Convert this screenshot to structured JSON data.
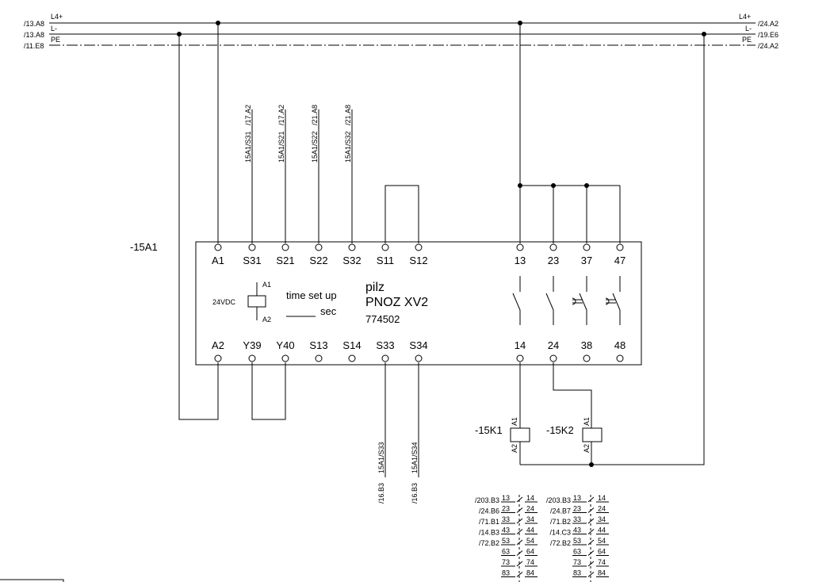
{
  "rails": {
    "left": [
      {
        "ref": "/13.A8",
        "name": "L4+"
      },
      {
        "ref": "/13.A8",
        "name": "L-"
      },
      {
        "ref": "/11.E8",
        "name": "PE"
      }
    ],
    "right": [
      {
        "ref": "/24.A2",
        "name": "L4+"
      },
      {
        "ref": "/19.E6",
        "name": "L-"
      },
      {
        "ref": "/24.A2",
        "name": "PE"
      }
    ]
  },
  "device": {
    "tag": "-15A1",
    "brand": "pilz",
    "model": "PNOZ XV2",
    "part_no": "774502",
    "coil_voltage": "24VDC",
    "coil_a1": "A1",
    "coil_a2": "A2",
    "time_label": "time set up",
    "sec_label": "sec",
    "top_terminals": [
      "A1",
      "S31",
      "S21",
      "S22",
      "S32",
      "S11",
      "S12",
      "13",
      "23",
      "37",
      "47"
    ],
    "bottom_terminals": [
      "A2",
      "Y39",
      "Y40",
      "S13",
      "S14",
      "S33",
      "S34",
      "14",
      "24",
      "38",
      "48"
    ]
  },
  "top_refs": [
    {
      "name": "15A1/S31",
      "ref": "/17.A2"
    },
    {
      "name": "15A1/S21",
      "ref": "/17.A2"
    },
    {
      "name": "15A1/S22",
      "ref": "/21.A8"
    },
    {
      "name": "15A1/S32",
      "ref": "/21.A8"
    }
  ],
  "bottom_refs": [
    {
      "name": "15A1/S33",
      "ref": "/16.B3"
    },
    {
      "name": "15A1/S34",
      "ref": "/16.B3"
    }
  ],
  "relays": [
    {
      "tag": "-15K1",
      "a1": "A1",
      "a2": "A2",
      "contacts": [
        {
          "ref": "/203.B3",
          "a": "13",
          "b": "14"
        },
        {
          "ref": "/24.B6",
          "a": "23",
          "b": "24"
        },
        {
          "ref": "/71.B1",
          "a": "33",
          "b": "34"
        },
        {
          "ref": "/14.B3",
          "a": "43",
          "b": "44"
        },
        {
          "ref": "/72.B2",
          "a": "53",
          "b": "54"
        },
        {
          "ref": "",
          "a": "63",
          "b": "64"
        },
        {
          "ref": "",
          "a": "73",
          "b": "74"
        },
        {
          "ref": "",
          "a": "83",
          "b": "84"
        }
      ]
    },
    {
      "tag": "-15K2",
      "a1": "A1",
      "a2": "A2",
      "contacts": [
        {
          "ref": "/203.B3",
          "a": "13",
          "b": "14"
        },
        {
          "ref": "/24.B7",
          "a": "23",
          "b": "24"
        },
        {
          "ref": "/71.B2",
          "a": "33",
          "b": "34"
        },
        {
          "ref": "/14.C3",
          "a": "43",
          "b": "44"
        },
        {
          "ref": "/72.B2",
          "a": "53",
          "b": "54"
        },
        {
          "ref": "",
          "a": "63",
          "b": "64"
        },
        {
          "ref": "",
          "a": "73",
          "b": "74"
        },
        {
          "ref": "",
          "a": "83",
          "b": "84"
        }
      ]
    }
  ]
}
